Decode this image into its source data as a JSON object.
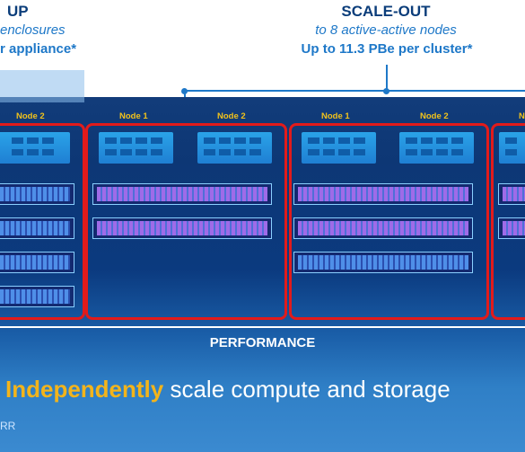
{
  "scale_up": {
    "title": "UP",
    "line1": "enclosures",
    "line2": "r appliance*"
  },
  "scale_out": {
    "title": "SCALE-OUT",
    "line1": "to 8 active-active nodes",
    "line2": "Up to 11.3 PBe per cluster*"
  },
  "node_labels": {
    "n2_left": "Node 2",
    "c1_n1": "Node 1",
    "c1_n2": "Node 2",
    "c2_n1": "Node 1",
    "c2_n2": "Node 2",
    "edge": "N"
  },
  "performance": "PERFORMANCE",
  "tagline": {
    "highlight": "Independently",
    "rest": " scale compute and storage"
  },
  "footer_fragment": "RR",
  "colors": {
    "accent_red": "#e21b1b",
    "accent_yellow": "#f3b41b",
    "title_blue": "#0b3d7a",
    "text_blue": "#1e78c8"
  }
}
